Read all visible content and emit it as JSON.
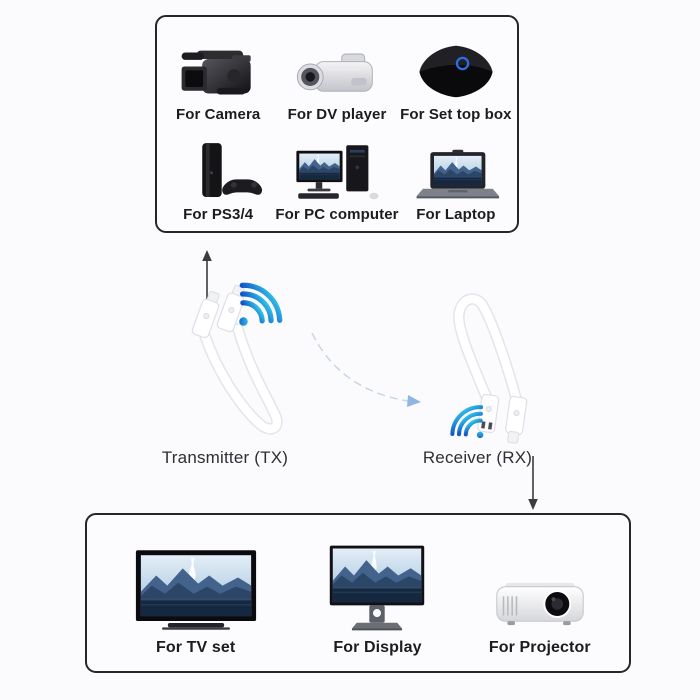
{
  "source_box": {
    "items": [
      {
        "label": "For Camera",
        "icon": "camera-icon"
      },
      {
        "label": "For DV player",
        "icon": "dv-player-icon"
      },
      {
        "label": "For Set top box",
        "icon": "set-top-box-icon"
      },
      {
        "label": "For PS3/4",
        "icon": "ps-console-icon"
      },
      {
        "label": "For PC computer",
        "icon": "pc-computer-icon"
      },
      {
        "label": "For Laptop",
        "icon": "laptop-icon"
      }
    ]
  },
  "transmitter": {
    "label": "Transmitter (TX)"
  },
  "receiver": {
    "label": "Receiver (RX)"
  },
  "output_box": {
    "items": [
      {
        "label": "For TV set",
        "icon": "tv-icon"
      },
      {
        "label": "For Display",
        "icon": "display-icon"
      },
      {
        "label": "For Projector",
        "icon": "projector-icon"
      }
    ]
  },
  "colors": {
    "wifi_blue_dark": "#1456c8",
    "wifi_blue_light": "#33c9e8",
    "box_border": "#26262a",
    "arrow": "#3c3c40",
    "link_curve": "#c9d6e6"
  }
}
